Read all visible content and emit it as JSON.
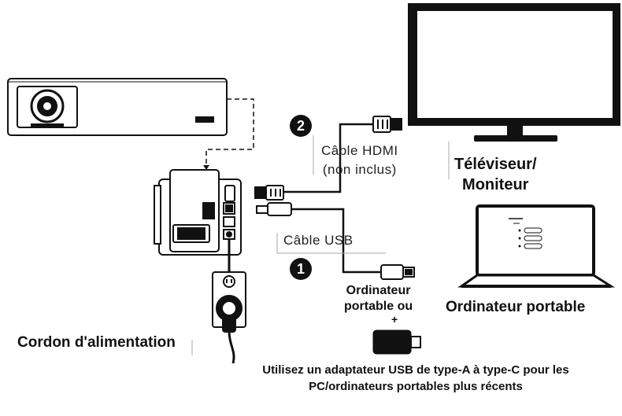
{
  "labels": {
    "hdmi_cable": "Câble HDMI",
    "hdmi_not_included": "(non inclus)",
    "usb_cable": "Câble USB",
    "tv": "Téléviseur/",
    "monitor": "Moniteur",
    "laptop": "Ordinateur portable",
    "laptop_source_1": "Ordinateur",
    "laptop_source_2": "portable ou",
    "plus": "+",
    "power_cord": "Cordon d'alimentation",
    "adapter_note": "Utilisez un adaptateur USB de type-A à type-C pour les PC/ordinateurs portables plus récents",
    "step_hdmi": "2",
    "step_usb": "1"
  },
  "colors": {
    "line": "#111111",
    "badge": "#111111",
    "screen": "#ffffff"
  }
}
